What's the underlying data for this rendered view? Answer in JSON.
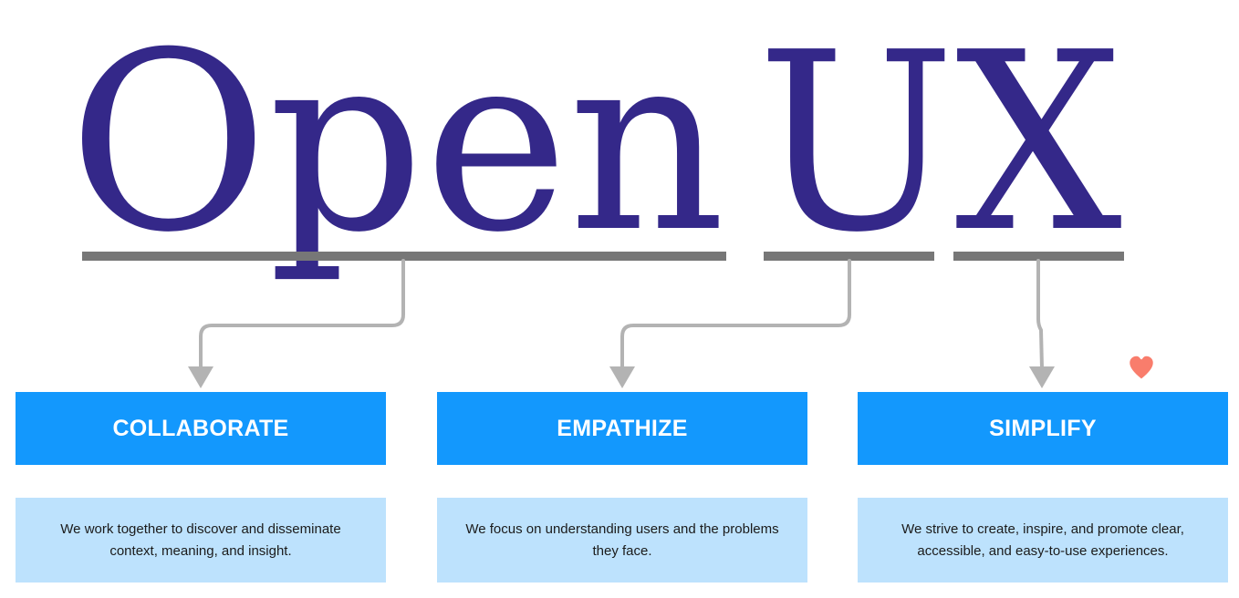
{
  "logo": {
    "word_open": "Open",
    "word_ux": "UX",
    "color": "#342889"
  },
  "colors": {
    "underline": "#777777",
    "connector": "#b3b3b3",
    "title_bg": "#1398fd",
    "desc_bg": "#bde2fd",
    "heart": "#f97d6c"
  },
  "principles": [
    {
      "title": "COLLABORATE",
      "description": "We work together to discover and disseminate context, meaning, and insight."
    },
    {
      "title": "EMPATHIZE",
      "description": "We focus on understanding users and the problems they face."
    },
    {
      "title": "SIMPLIFY",
      "description": "We strive to create, inspire, and promote clear, accessible, and easy-to-use experiences."
    }
  ],
  "reaction_icon": "heart-icon"
}
